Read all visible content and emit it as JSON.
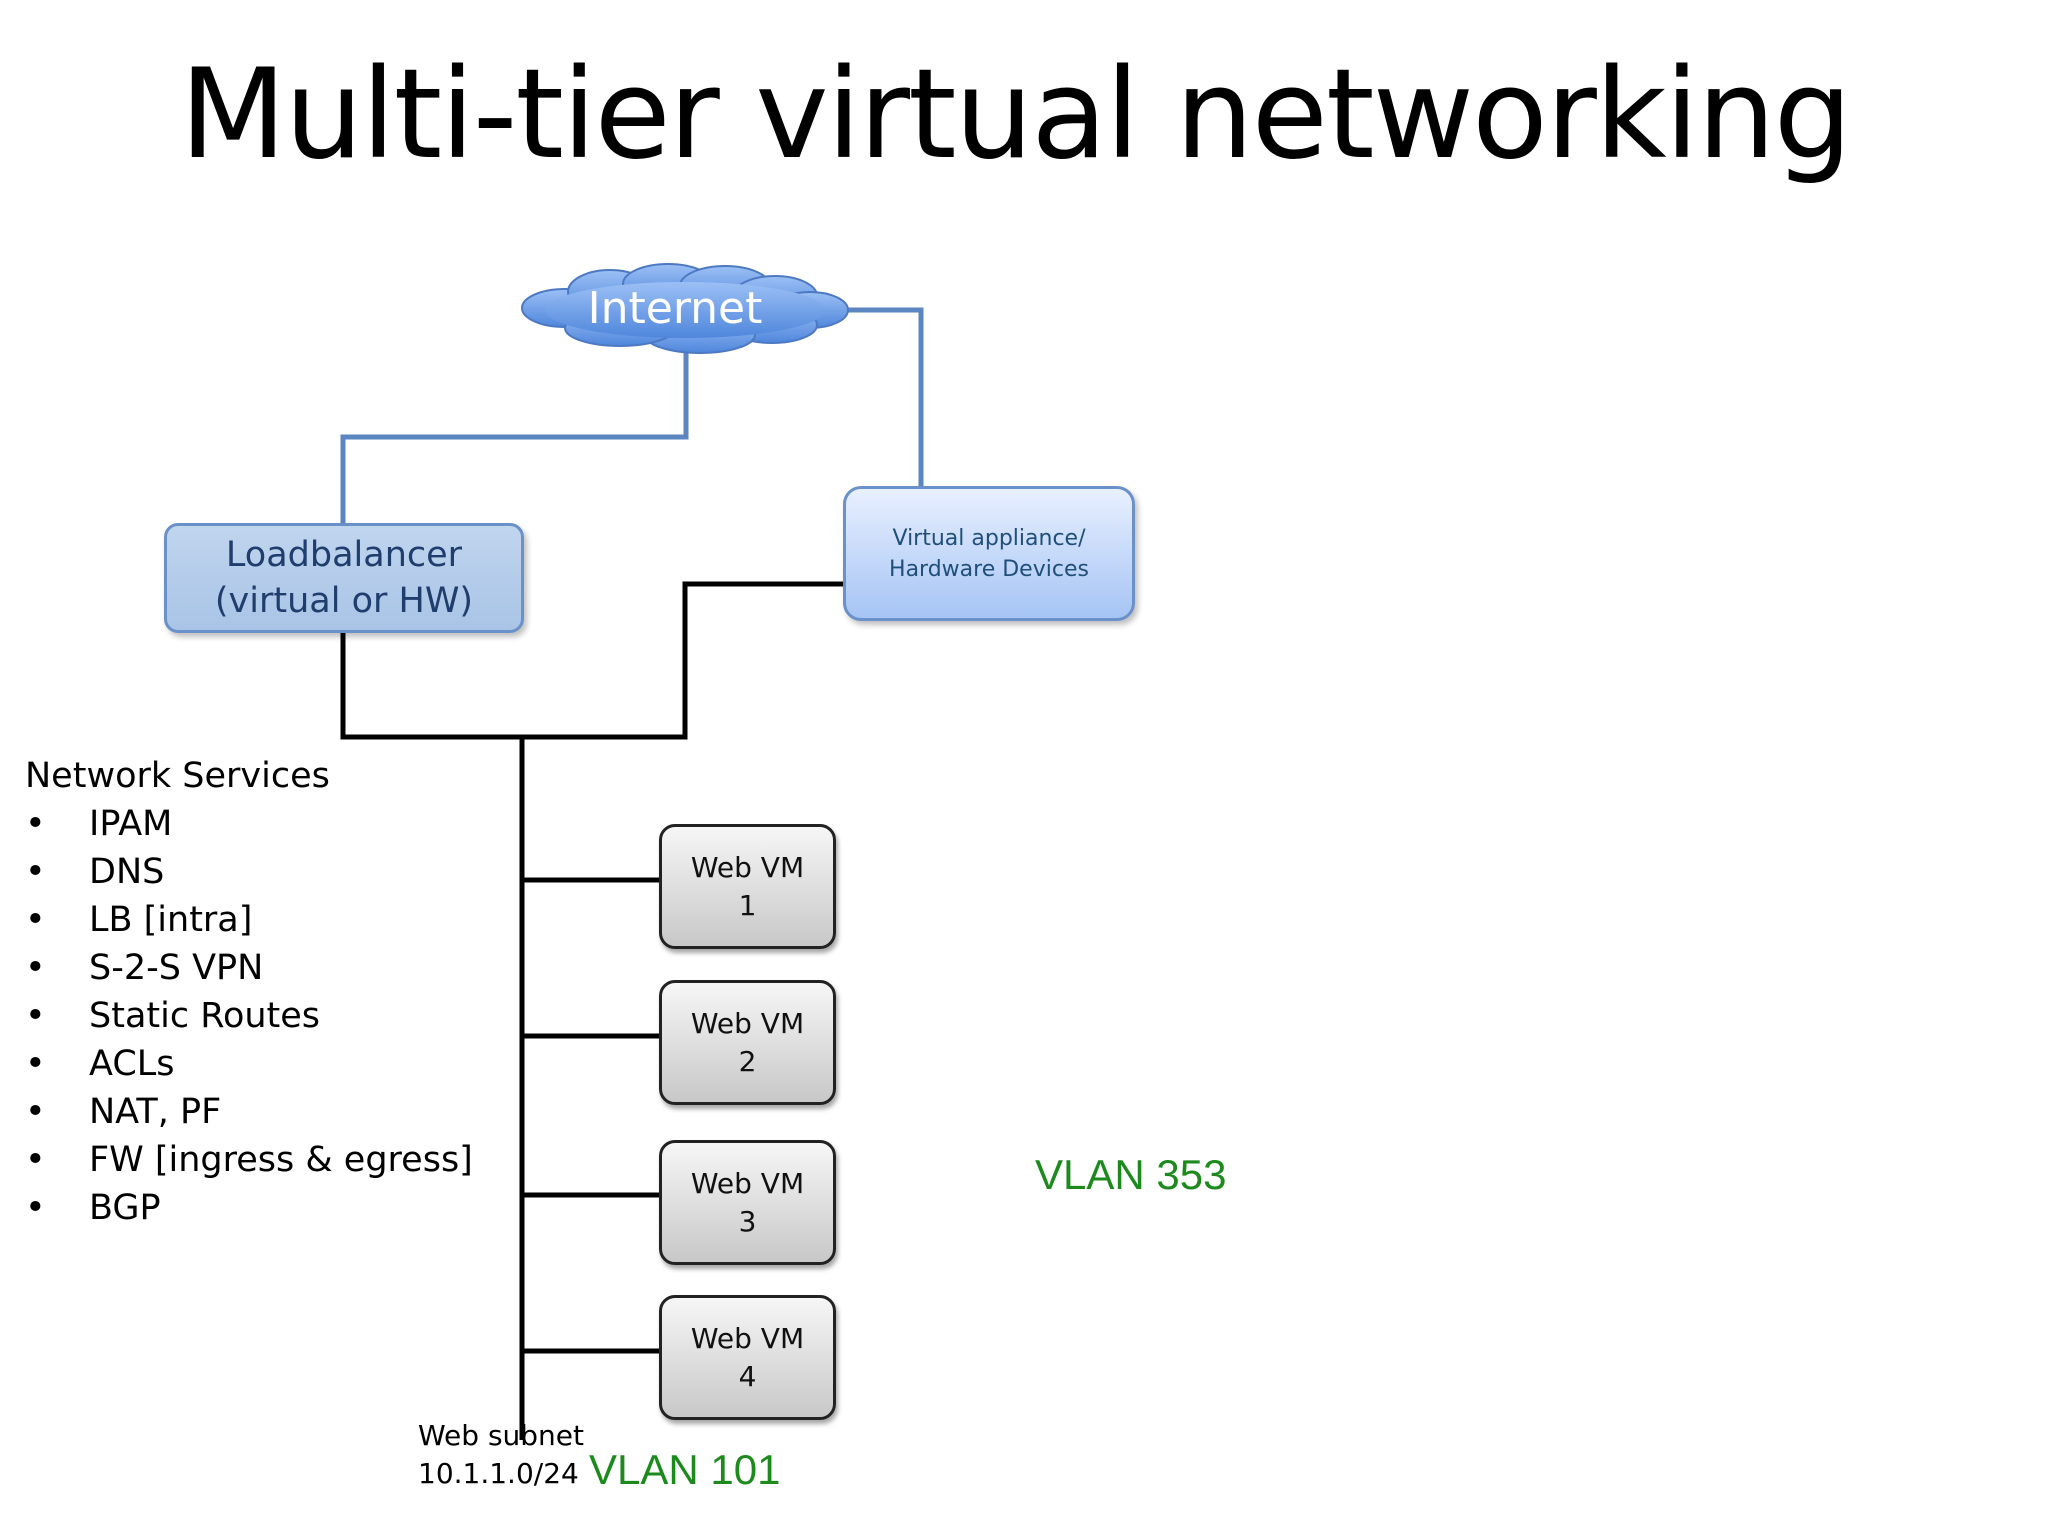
{
  "title": "Multi-tier virtual networking",
  "diagram": {
    "internet": "Internet",
    "loadbalancer": {
      "line1": "Loadbalancer",
      "line2": "(virtual or HW)"
    },
    "virtual_appliance": {
      "line1": "Virtual appliance/",
      "line2": "Hardware Devices"
    },
    "web_vms": [
      {
        "line1": "Web VM",
        "line2": "1"
      },
      {
        "line1": "Web VM",
        "line2": "2"
      },
      {
        "line1": "Web VM",
        "line2": "3"
      },
      {
        "line1": "Web VM",
        "line2": "4"
      }
    ],
    "vlan_353": "VLAN 353",
    "subnet": {
      "line1": "Web subnet",
      "line2": "10.1.1.0/24"
    },
    "vlan_101": "VLAN 101"
  },
  "network_services": {
    "heading": "Network Services",
    "bullet": "•",
    "items": [
      "IPAM",
      "DNS",
      "LB [intra]",
      "S-2-S VPN",
      "Static Routes",
      "ACLs",
      "NAT, PF",
      "FW [ingress & egress]",
      "BGP"
    ]
  },
  "colors": {
    "cloud_fill": "#6f9fe8",
    "uplink_wire": "#5b86bf",
    "lan_wire": "#000000",
    "vlan_text": "#1d8a1d"
  }
}
